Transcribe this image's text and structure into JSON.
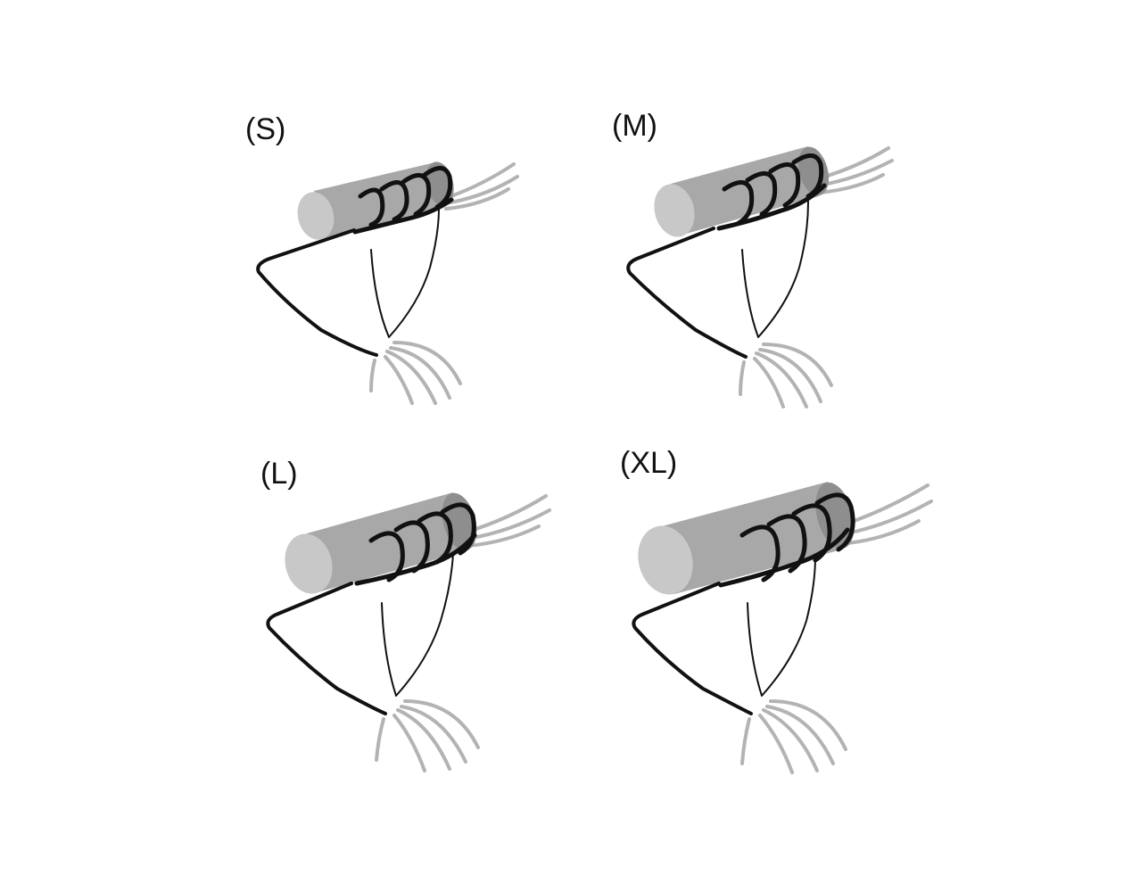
{
  "panels": [
    {
      "id": "s",
      "label": "(S)",
      "size_rank": 1
    },
    {
      "id": "m",
      "label": "(M)",
      "size_rank": 2
    },
    {
      "id": "l",
      "label": "(L)",
      "size_rank": 3
    },
    {
      "id": "xl",
      "label": "(XL)",
      "size_rank": 4
    }
  ],
  "colors": {
    "background": "#ffffff",
    "outline": "#111111",
    "rod_fill": "#a8a8a8",
    "rod_cap": "#c8c8c8",
    "lash_gray": "#b3b3b3"
  },
  "icons": {
    "rod": "lash-lift-rod-icon",
    "eye": "closed-eye-profile-icon",
    "wrap": "lash-wrap-coil-icon"
  }
}
